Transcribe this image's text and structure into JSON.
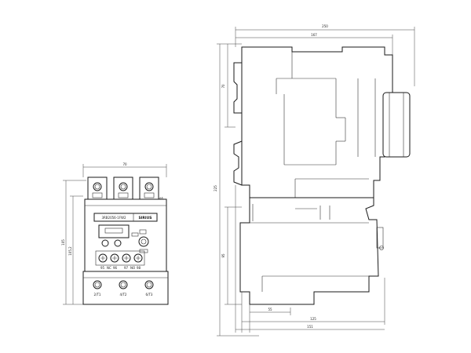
{
  "front_view": {
    "device_label": "3RB2056-1FW2",
    "device_type": "SIRIUS",
    "terminal_mark": "95",
    "width_dim": "70",
    "height_dim": "105",
    "inner_height_dim": "105,2",
    "terminals": [
      "2/T1",
      "4/T2",
      "6/T3"
    ],
    "dial_labels": [
      "95",
      "NC",
      "96",
      "97",
      "NO",
      "98"
    ]
  },
  "side_view": {
    "overall_width_dim": "250",
    "width_dim_2": "167",
    "upper_height_dim": "70",
    "total_height_dim": "225",
    "lower_height_dim": "95",
    "base_dim_1": "55",
    "base_dim_2": "125",
    "base_dim_3": "151"
  }
}
